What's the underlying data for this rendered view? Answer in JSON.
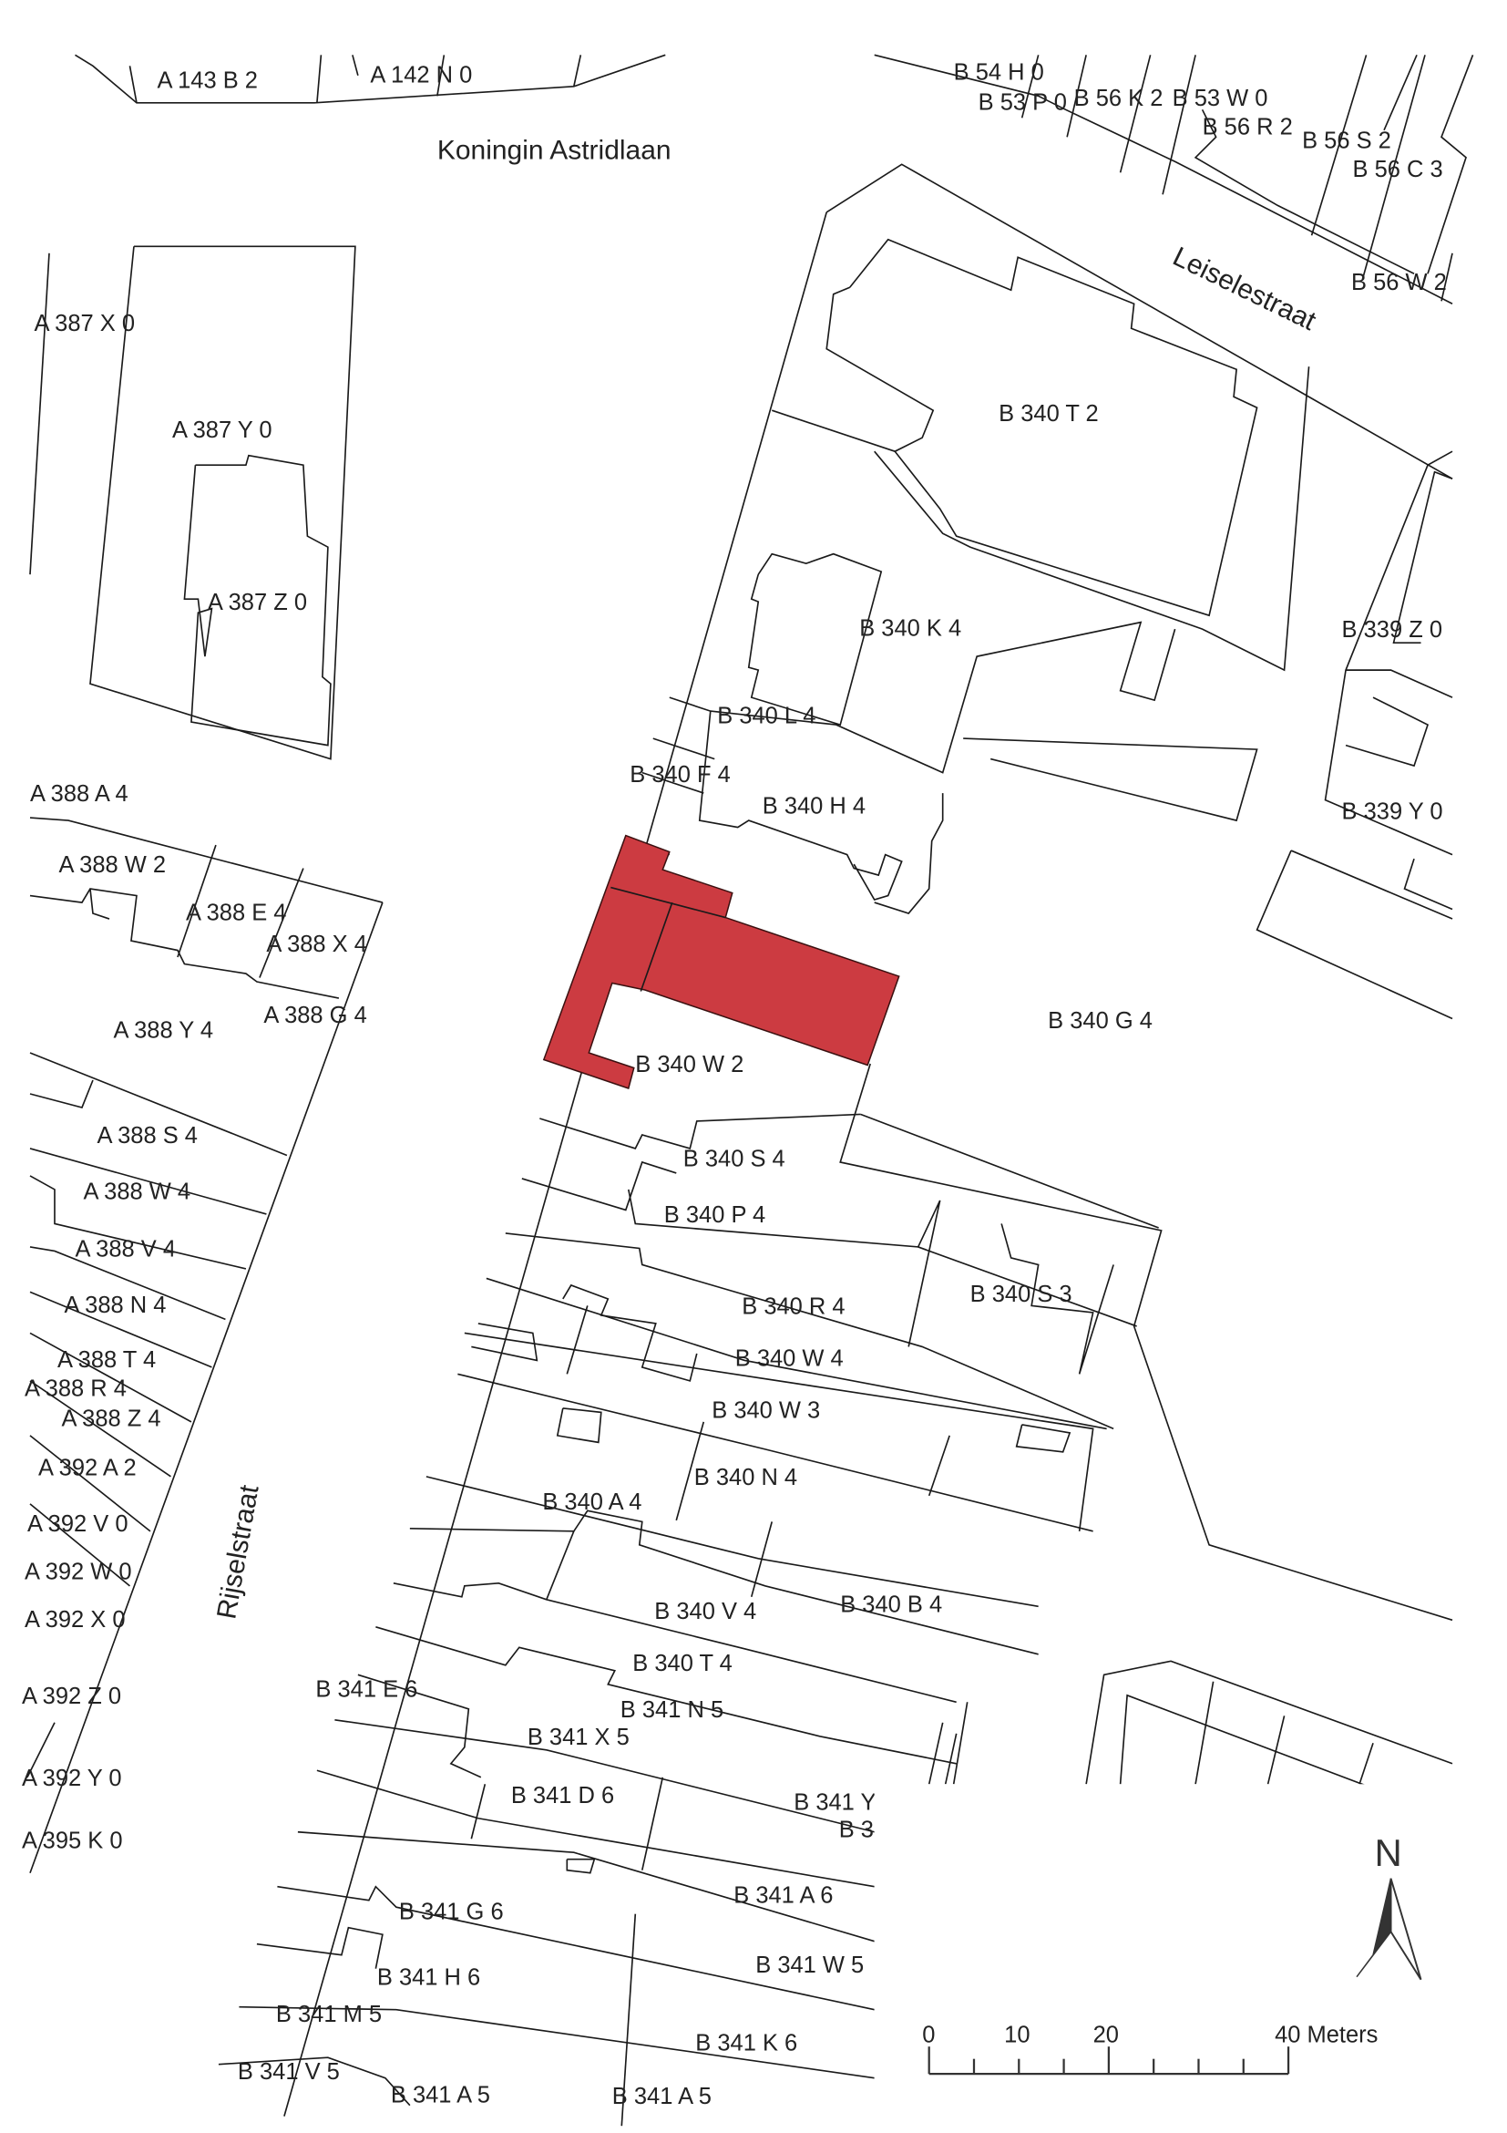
{
  "highlight_color": "#cc3b41",
  "streets": {
    "koningin_astridlaan": "Koningin Astridlaan",
    "leiselestraat": "Leiselestraat",
    "rijselstraat": "Rijselstraat"
  },
  "parcels": [
    "A 143 B 2",
    "A 142 N 0",
    "B 54 H 0",
    "B 53 P 0",
    "B 56 K 2",
    "B 53 W 0",
    "B 56 R 2",
    "B 56 S 2",
    "B 56 C 3",
    "B 56 W 2",
    "A 387 X 0",
    "A 387 Y 0",
    "A 387 Z 0",
    "B 340 T 2",
    "B 340 K 4",
    "B 339 Z 0",
    "B 340 L 4",
    "B 340 F 4",
    "B 340 H 4",
    "B 339 Y 0",
    "A 388 A 4",
    "A 388 W 2",
    "A 388 E 4",
    "A 388 X 4",
    "A 388 G 4",
    "A 388 Y 4",
    "B 340 G 4",
    "B 340 W 2",
    "A 388 S 4",
    "B 340 S 4",
    "A 388 W 4",
    "B 340 P 4",
    "A 388 V 4",
    "A 388 N 4",
    "B 340 R 4",
    "B 340 S 3",
    "A 388 T 4",
    "B 340 W 4",
    "A 388 R 4",
    "A 388 Z 4",
    "B 340 W 3",
    "A 392 A 2",
    "B 340 N 4",
    "B 340 A 4",
    "A 392 V 0",
    "A 392 W 0",
    "B 340 B 4",
    "B 340 V 4",
    "A 392 X 0",
    "B 340 T 4",
    "B 341 E 6",
    "A 392 Z 0",
    "B 341 N 5",
    "B 341 X 5",
    "B 341 D 6",
    "B 341 Y",
    "B 3",
    "A 392 Y 0",
    "A 395 K 0",
    "B 341 A 6",
    "B 341 G 6",
    "B 341 W 5",
    "B 341 H 6",
    "B 341 M 5",
    "B 341 K 6",
    "B 341 V 5",
    "B 341 A 5",
    "B 341 A 5"
  ],
  "north_arrow": {
    "label": "N"
  },
  "scale_bar": {
    "labels": [
      "0",
      "10",
      "20",
      "40 Meters"
    ],
    "unit": "Meters",
    "max": 40
  }
}
